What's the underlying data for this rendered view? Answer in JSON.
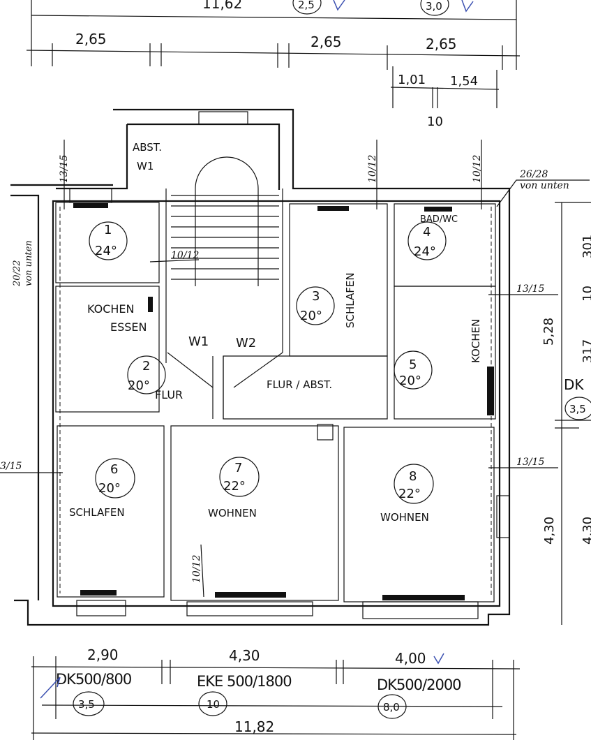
{
  "top_dims": {
    "overall": "11,62",
    "seg1": "2,65",
    "seg2": "2,65",
    "seg3": "2,65",
    "sub1": "1,01",
    "sub2": "1,54",
    "sub_gap": "10",
    "circle1": "2,5",
    "circle2": "3,0"
  },
  "stair": {
    "label1": "ABST.",
    "label2": "W1"
  },
  "rooms": {
    "r1": {
      "number": "1",
      "temp": "24°"
    },
    "kitchen_dining": {
      "line1": "KOCHEN",
      "line2": "ESSEN"
    },
    "r2": {
      "number": "2",
      "temp": "20°",
      "name": "FLUR"
    },
    "w1": "W1",
    "w2": "W2",
    "r3": {
      "number": "3",
      "temp": "20°",
      "name": "SCHLAFEN"
    },
    "r4": {
      "number": "4",
      "temp": "24°",
      "name": "BAD/WC"
    },
    "r5": {
      "number": "5",
      "temp": "20°",
      "name": "KOCHEN"
    },
    "hall": "FLUR / ABST.",
    "r6": {
      "number": "6",
      "temp": "20°",
      "name": "SCHLAFEN"
    },
    "r7": {
      "number": "7",
      "temp": "22°",
      "name": "WOHNEN"
    },
    "r8": {
      "number": "8",
      "temp": "22°",
      "name": "WOHNEN"
    }
  },
  "notes": {
    "n1315_top": "13/15",
    "n2022": "20/22",
    "n2022b": "von unten",
    "n1012_a": "10/12",
    "n1012_b": "10/12",
    "n1012_c": "10/12",
    "n1012_d": "10/12",
    "n2628": "26/28",
    "n2628b": "von unten",
    "n1315_r1": "13/15",
    "n1315_r2": "13/15",
    "n315_l": "3/15"
  },
  "right_dims": {
    "total_upper": "5,28",
    "a": "301",
    "b": "10",
    "c": "317",
    "dk": "DK",
    "dk_val": "3,5",
    "lower_a": "4,30",
    "lower_b": "4,30"
  },
  "bottom_dims": {
    "seg1": "2,90",
    "seg2": "4,30",
    "seg3": "4,00",
    "win1": "DK500/800",
    "win2": "EKE 500/1800",
    "win3": "DK500/2000",
    "c1": "3,5",
    "c2": "10",
    "c3": "8,0",
    "overall": "11,82"
  }
}
